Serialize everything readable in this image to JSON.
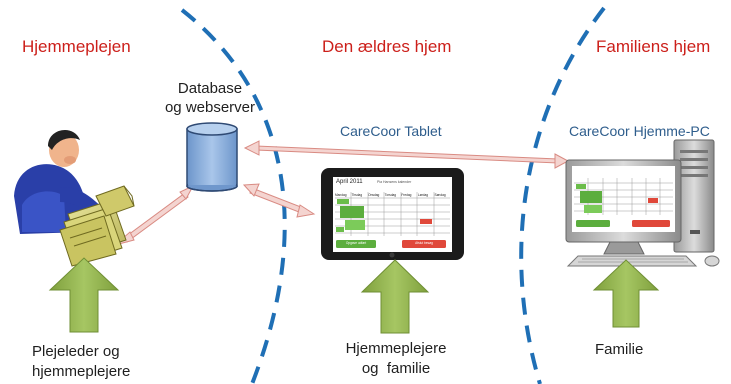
{
  "zones": {
    "left": "Hjemmeplejen",
    "middle": "Den ældres hjem",
    "right": "Familiens hjem"
  },
  "database": {
    "line1": "Database",
    "line2": "og webserver",
    "icon": "database-cylinder-icon"
  },
  "tablet": {
    "title": "CareCoor Tablet",
    "screen_month": "April 2011",
    "screen_caption": "Pia Hansens kalender",
    "days": [
      "Mandag",
      "Tirsdag",
      "Onsdag",
      "Torsdag",
      "Fredag",
      "Lørdag",
      "Søndag"
    ],
    "button_left": "Opgave udført",
    "button_right": "Afslut besøg"
  },
  "pc": {
    "title": "CareCoor Hjemme-PC"
  },
  "actors": {
    "left_line1": "Plejeleder og",
    "left_line2": "hjemmeplejere",
    "middle_line1": "Hjemmeplejere",
    "middle_line2": "og  familie",
    "right": "Familie"
  },
  "colors": {
    "zone_title": "#cc1f1a",
    "device_title": "#2e5d8c",
    "divider": "#1f6fb5",
    "arrow_up": "#8fb04a",
    "connector": "#e9a6a0",
    "db_fill": "#8fb2dd"
  }
}
